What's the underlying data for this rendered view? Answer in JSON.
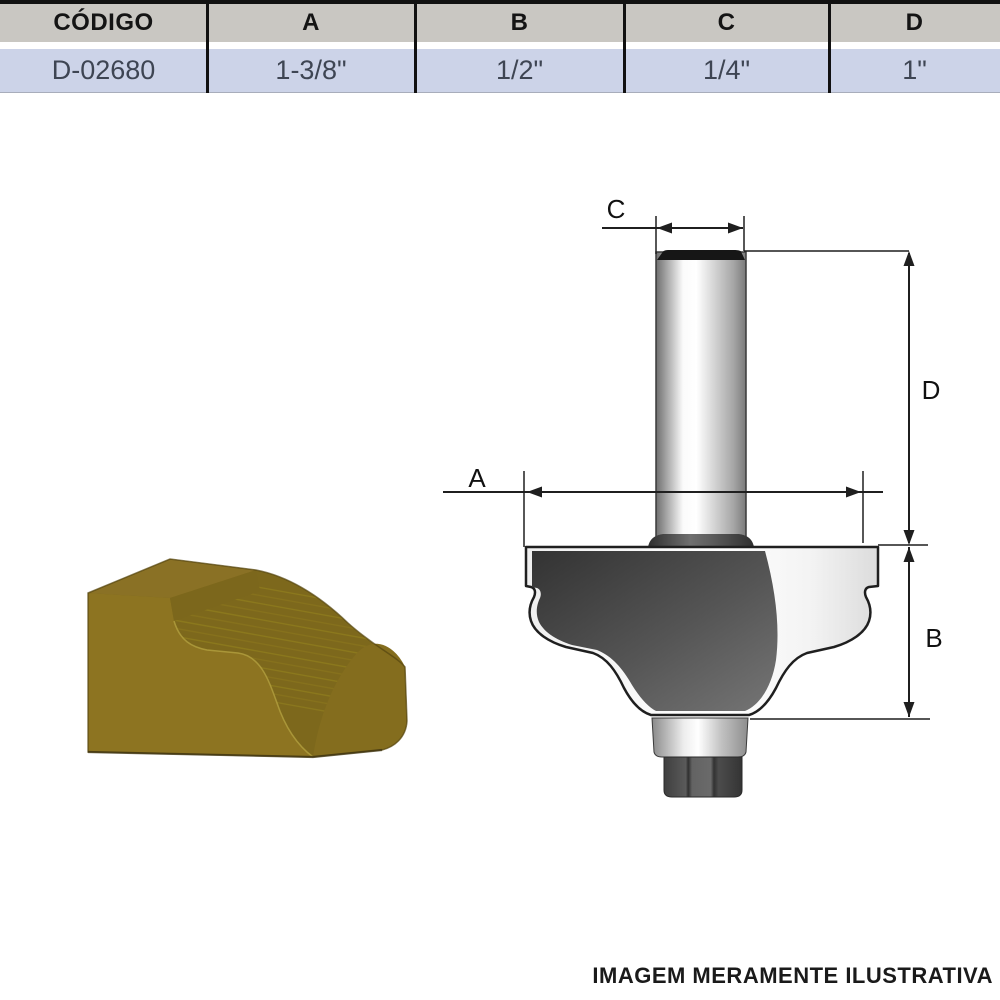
{
  "table": {
    "headers": [
      "CÓDIGO",
      "A",
      "B",
      "C",
      "D"
    ],
    "row": [
      "D-02680",
      "1-3/8\"",
      "1/2\"",
      "1/4\"",
      "1\""
    ]
  },
  "diagram": {
    "dim_a": "A",
    "dim_b": "B",
    "dim_c": "C",
    "dim_d": "D"
  },
  "footer": {
    "disclaimer": "IMAGEM MERAMENTE ILUSTRATIVA"
  },
  "colors": {
    "table-header-bg": "#c9c7c2",
    "table-row-bg": "#ccd3e8",
    "table-text": "#3e4553",
    "line": "#1f1f1f",
    "wood-front": "#8d7421",
    "wood-top": "#8a7125",
    "wood-step": "#7c671c",
    "wood-grain": "#7d681c",
    "wood-end": "#846d1e",
    "wood-stripe": "#98851f"
  }
}
